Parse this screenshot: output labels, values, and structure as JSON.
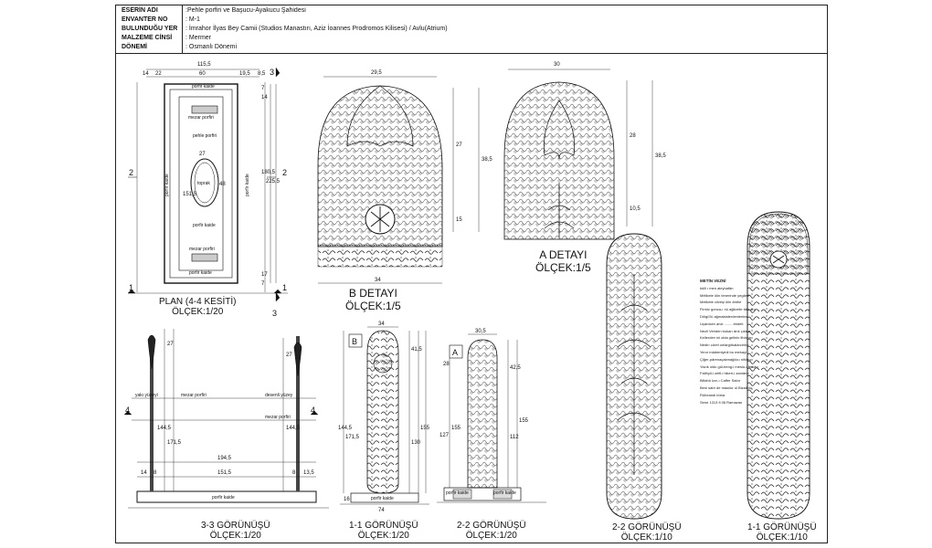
{
  "info": {
    "rows": [
      {
        "label": "ESERİN ADI",
        "value": ":Pehle porfiri ve Başucu-Ayakucu Şahidesi"
      },
      {
        "label": "ENVANTER NO",
        "value": ": M-1"
      },
      {
        "label": "BULUNDUĞU YER",
        "value": ": İmrahor İlyas Bey Camii (Studios Manastırı, Aziz İoannes Prodromos Kilisesi) / Avlu(Atrium)"
      },
      {
        "label": "MALZEME CİNSİ",
        "value": ": Mermer"
      },
      {
        "label": "DÖNEMİ",
        "value": ": Osmanlı Dönemi"
      }
    ]
  },
  "captions": {
    "plan_title": "PLAN (4-4 KESİTİ)",
    "plan_scale": "ÖLÇEK:1/20",
    "b_title": "B DETAYI",
    "b_scale": "ÖLÇEK:1/5",
    "a_title": "A DETAYI",
    "a_scale": "ÖLÇEK:1/5",
    "v33_title": "3-3 GÖRÜNÜŞÜ",
    "v33_scale": "ÖLÇEK:1/20",
    "v11_title": "1-1 GÖRÜNÜŞÜ",
    "v11_scale": "ÖLÇEK:1/20",
    "v22_title": "2-2 GÖRÜNÜŞÜ",
    "v22_scale": "ÖLÇEK:1/20",
    "v22b_title": "2-2 GÖRÜNÜŞÜ",
    "v22b_scale": "ÖLÇEK:1/10",
    "v11b_title": "1-1 GÖRÜNÜŞÜ",
    "v11b_scale": "ÖLÇEK:1/10"
  },
  "plan": {
    "dims_top": [
      "115,5",
      "22",
      "60",
      "19,5",
      "14",
      "8,5"
    ],
    "dims_right": [
      "7",
      "14",
      "180,5",
      "225,5",
      "17",
      "7"
    ],
    "dim_oval_w": "27",
    "dim_oval_h": "48",
    "dim_inner_h": "151,5",
    "labels": [
      "porfir kaide",
      "mezar porfiri",
      "pehle porfiri",
      "toprak",
      "porfir kaide",
      "mezar porfiri",
      "porfir kaide",
      "porfir kaide",
      "porfir kaide"
    ],
    "marks": [
      "3",
      "3",
      "2",
      "2",
      "1",
      "1"
    ]
  },
  "detail_b": {
    "dim_w": "29,5",
    "dim_bottom": "34",
    "dim_h1": "27",
    "dim_h2": "15",
    "dim_total": "38,5"
  },
  "detail_a": {
    "dim_w": "30",
    "dim_h1": "28",
    "dim_h2": "10,5",
    "dim_total": "38,5"
  },
  "v33": {
    "labels": [
      "yakı yüzeyi",
      "mezar porfiri",
      "desenli yüzey",
      "mezar porfiri",
      "porfir kaide"
    ],
    "dims_v": [
      "27",
      "144,5",
      "171,5",
      "27",
      "144,5"
    ],
    "dims_h": [
      "194,5",
      "151,5",
      "14",
      "8",
      "8",
      "13,5"
    ],
    "marks": [
      "4",
      "4"
    ]
  },
  "v11": {
    "mark": "B",
    "dims": [
      "34",
      "41,5",
      "144,5",
      "171,5",
      "130",
      "155",
      "16",
      "74"
    ],
    "label": "porfir kaide"
  },
  "v22": {
    "mark": "A",
    "dims": [
      "30,5",
      "28",
      "42,5",
      "127",
      "155",
      "112",
      "155"
    ],
    "labels": [
      "porfir kaide",
      "porfir kaide"
    ]
  },
  "metin": {
    "title": "METİN VEZNİ",
    "lines": [
      "külli ı men aleyhafân",
      "Melikete ülin tenerinde yegâne",
      "Melikete cilveşi ülin âhthe",
      "Firmiz gonca-ı nü ağlicelle tâlir anı",
      "Dölgü'lü ağmaktalerdenlenine",
      "Uçarcken anzi ........ ebdeti",
      "Nezil Vehden bukarı ârık çıkkıa",
      "Kellerden ini olda gelinin lihâsın",
      "Nedirı cüret onlargirkalarcirine",
      "Yenır mâdemiyinli bu mebayi",
      "Çiğer-pârenaçakmağılcu nihâru",
      "Yazık oldu gül-beng-i meslu-ı firmân",
      "Fatihyil-i zelfi-i hikeri-i zamâne",
      "Billahü izzı-ı Caffer Sabır",
      "Beni sabr de masılur ol Bizalinlu",
      "Rüheandi bûha",
      "Sene 1313 fi 08 Ramazan"
    ]
  }
}
